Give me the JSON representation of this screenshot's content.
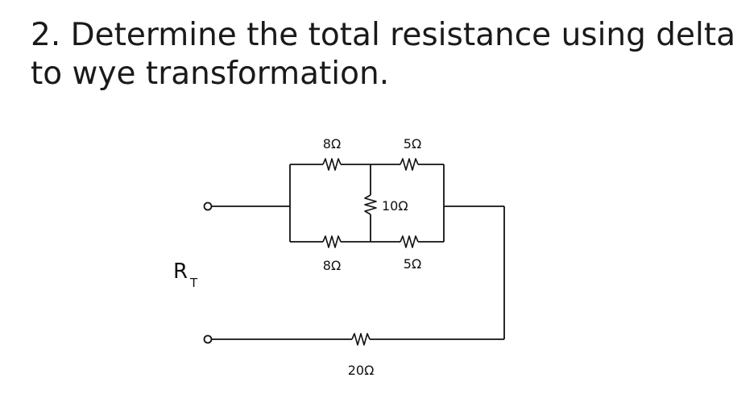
{
  "question": {
    "line1": "2. Determine the total resistance using delta",
    "line2": "to wye transformation."
  },
  "circuit": {
    "terminal_label": "R",
    "terminal_label_sub": "T",
    "resistors": {
      "top_left": "8Ω",
      "top_right": "5Ω",
      "middle": "10Ω",
      "bottom_left": "8Ω",
      "bottom_right": "5Ω",
      "series_bottom": "20Ω"
    }
  }
}
